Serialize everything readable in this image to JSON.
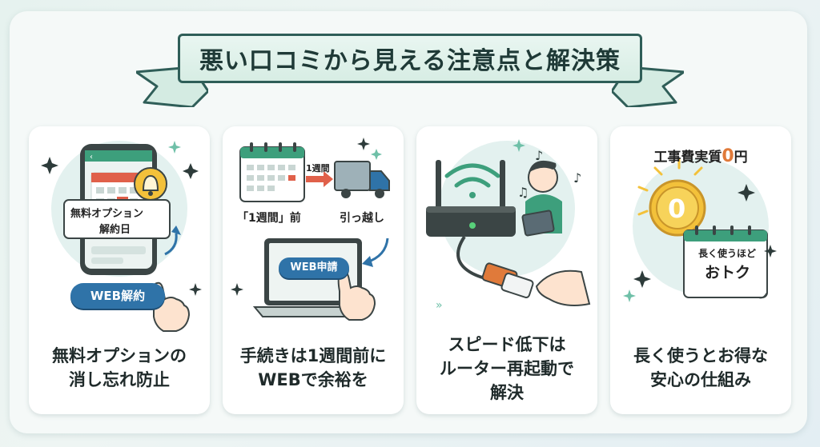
{
  "header": {
    "title": "悪い口コミから見える注意点と解決策"
  },
  "cards": [
    {
      "caption_line1": "無料オプションの",
      "caption_line2": "消し忘れ防止",
      "bubble_line1": "無料オプション",
      "bubble_line2": "解約日",
      "button": "WEB解約"
    },
    {
      "caption_line1": "手続きは1週間前に",
      "caption_line2": "WEBで余裕を",
      "arrow_label": "1週間",
      "calendar_label": "「1週間」前",
      "truck_label": "引っ越し",
      "button": "WEB申請"
    },
    {
      "caption_line1": "スピード低下は",
      "caption_line2": "ルーター再起動で",
      "caption_line3": "解決"
    },
    {
      "caption_line1": "長く使うとお得な",
      "caption_line2": "安心の仕組み",
      "top_label_a": "工事費実質",
      "top_label_b": "0",
      "top_label_c": "円",
      "coin": "0",
      "calendar_line1": "長く使うほど",
      "calendar_line2": "おトク"
    }
  ],
  "colors": {
    "accent_green": "#2f8a6c",
    "accent_blue": "#2f73a8",
    "accent_orange": "#e07a3a",
    "dark_teal": "#2f5e58"
  }
}
